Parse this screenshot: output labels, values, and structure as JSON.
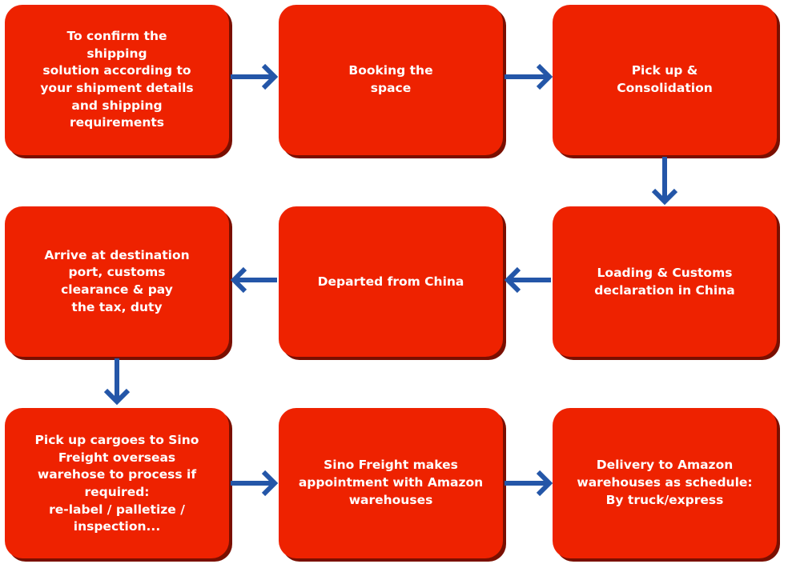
{
  "colors": {
    "box_fill": "#ee2200",
    "box_shadow": "#7a0f00",
    "arrow": "#2456a8",
    "text": "#ffffff"
  },
  "steps": [
    {
      "label": "To confirm the\nshipping\nsolution according to\nyour shipment details\nand shipping\nrequirements"
    },
    {
      "label": "Booking the\nspace"
    },
    {
      "label": "Pick up &\nConsolidation"
    },
    {
      "label": "Loading & Customs\ndeclaration in China"
    },
    {
      "label": "Departed from China"
    },
    {
      "label": "Arrive at destination\nport, customs\nclearance & pay\nthe tax, duty"
    },
    {
      "label": "Pick up cargoes to Sino\nFreight overseas\nwarehose to process if\nrequired:\nre-label / palletize /\ninspection..."
    },
    {
      "label": "Sino Freight makes\nappointment with Amazon\nwarehouses"
    },
    {
      "label": "Delivery to Amazon\nwarehouses as schedule:\nBy truck/express"
    }
  ],
  "connectors": [
    {
      "from": 1,
      "to": 2,
      "direction": "right"
    },
    {
      "from": 2,
      "to": 3,
      "direction": "right"
    },
    {
      "from": 3,
      "to": 4,
      "direction": "down"
    },
    {
      "from": 4,
      "to": 5,
      "direction": "left"
    },
    {
      "from": 5,
      "to": 6,
      "direction": "left"
    },
    {
      "from": 6,
      "to": 7,
      "direction": "down"
    },
    {
      "from": 7,
      "to": 8,
      "direction": "right"
    },
    {
      "from": 8,
      "to": 9,
      "direction": "right"
    }
  ]
}
